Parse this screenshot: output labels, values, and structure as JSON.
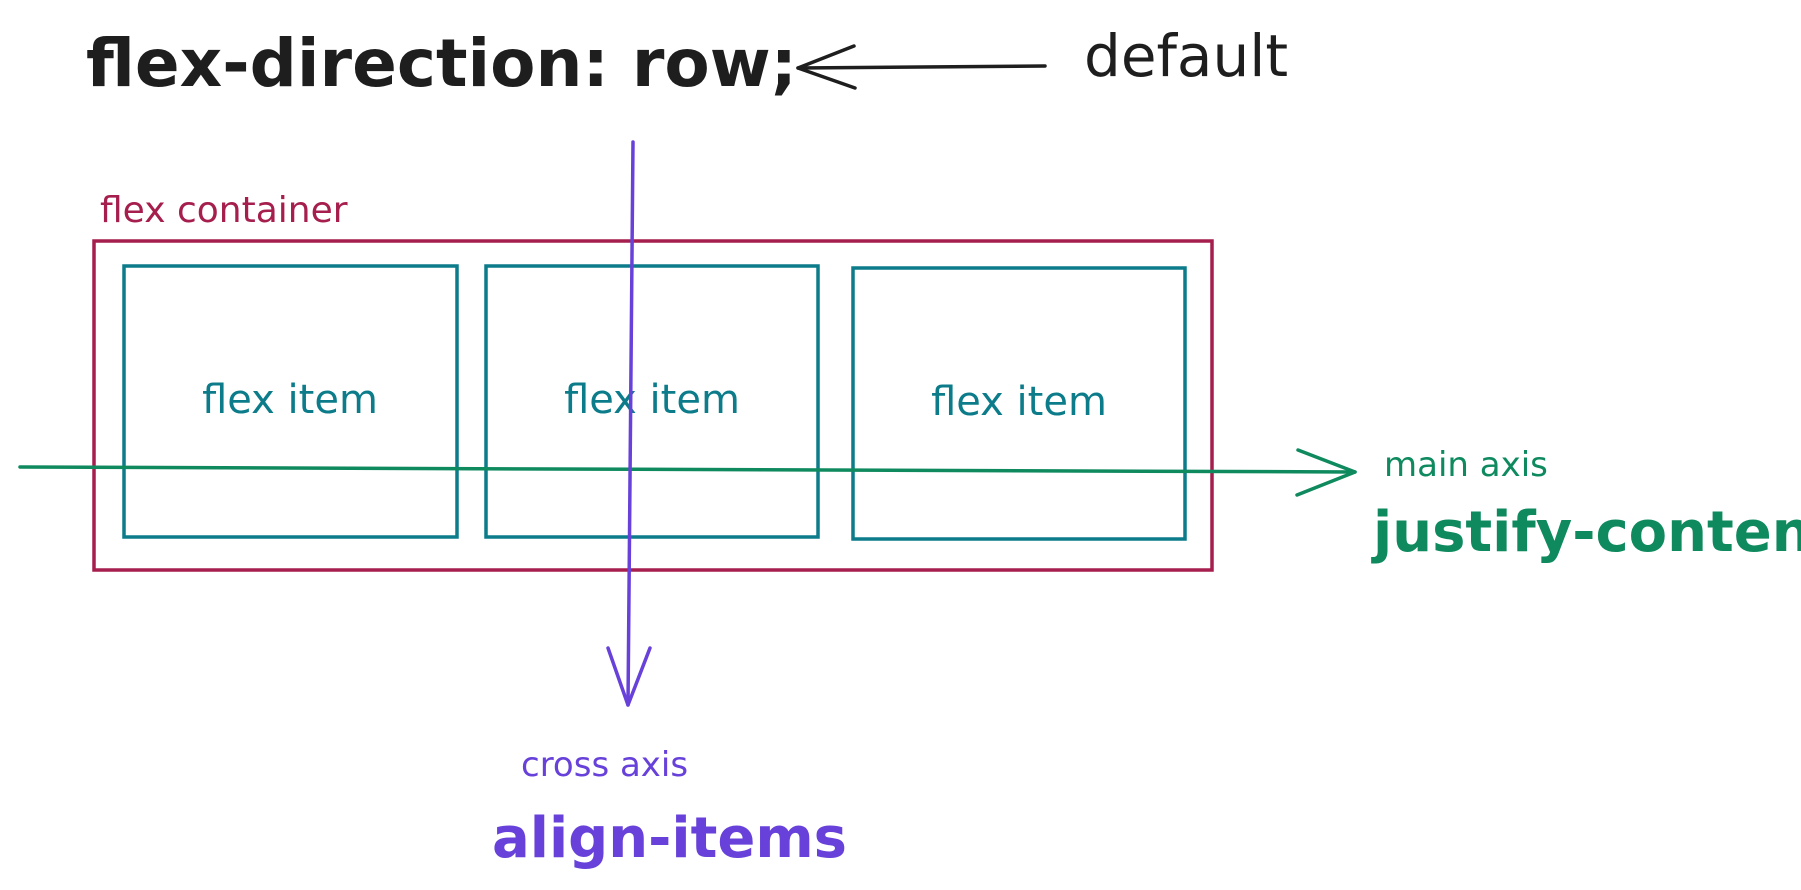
{
  "title": "flex-direction: row;",
  "default_label": "default",
  "container": {
    "label": "flex container",
    "items": [
      {
        "label": "flex item"
      },
      {
        "label": "flex item"
      },
      {
        "label": "flex item"
      }
    ]
  },
  "main_axis": {
    "label": "main axis",
    "property": "justify-content"
  },
  "cross_axis": {
    "label": "cross axis",
    "property": "align-items"
  },
  "colors": {
    "text": "#1e1e1e",
    "container": "#a61e4d",
    "item": "#0c7c8a",
    "main_axis": "#0f8a5f",
    "cross_axis": "#6741d9"
  }
}
